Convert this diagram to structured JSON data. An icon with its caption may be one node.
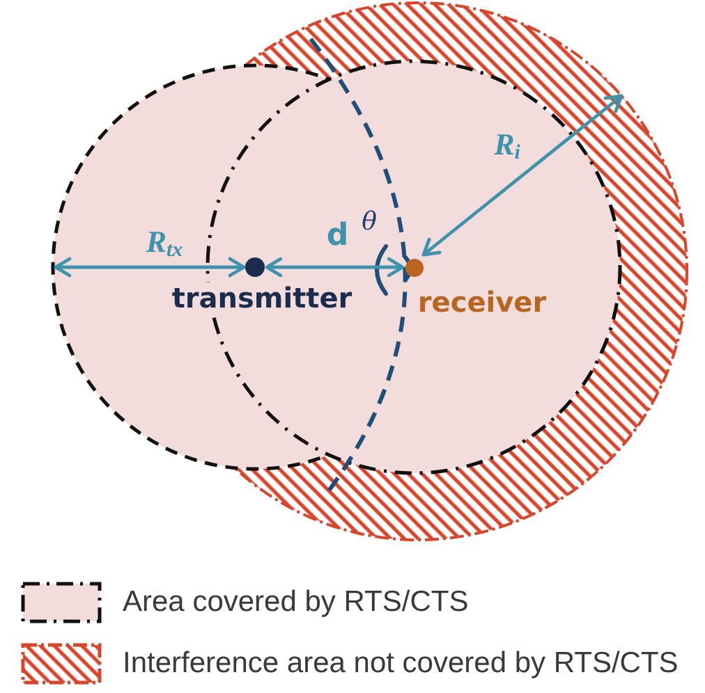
{
  "diagram": {
    "nodes": [
      {
        "text": [],
        "shape": "circle",
        "beside": [
          "transmitter"
        ]
      },
      {
        "text": [],
        "shape": "circle",
        "beside": [
          "receiver"
        ]
      }
    ],
    "edges": [
      {
        "from": 0,
        "to": 1,
        "arrow": "both",
        "label": "d"
      }
    ],
    "labels": [
      "R$_{i}$",
      "R$_{tx}$",
      "θ"
    ],
    "legend": [
      {
        "text": "Area covered by RTS/CTS",
        "color": "#f2dcdc"
      },
      {
        "text": "Interference area not covered by RTS/CTS"
      }
    ]
  }
}
